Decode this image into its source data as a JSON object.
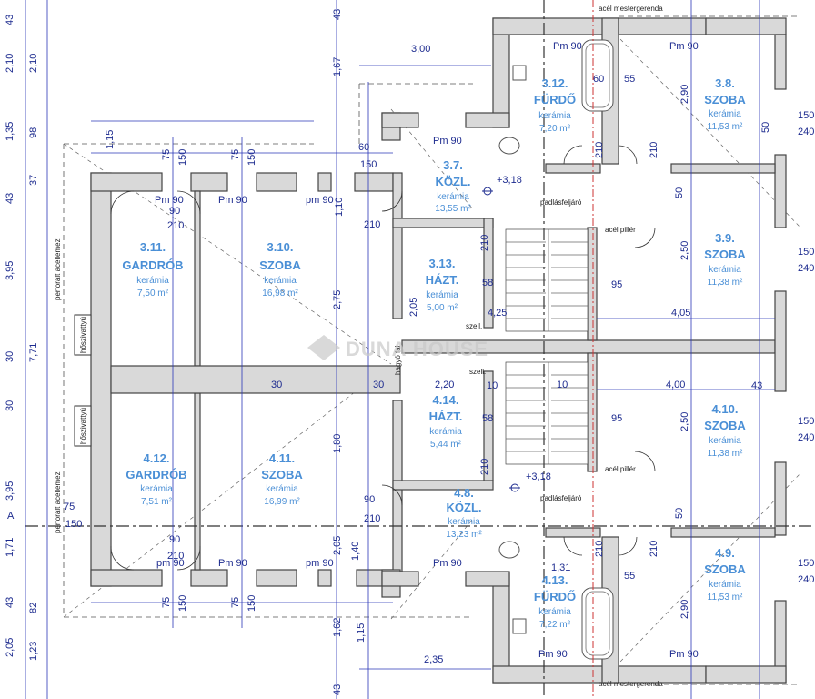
{
  "rooms": [
    {
      "id": "3_11",
      "number": "3.11.",
      "name": "GARDRÓB",
      "finish": "kerámia",
      "area": "7,50 m²"
    },
    {
      "id": "3_10",
      "number": "3.10.",
      "name": "SZOBA",
      "finish": "kerámia",
      "area": "16,98 m²"
    },
    {
      "id": "3_12",
      "number": "3.12.",
      "name": "FÜRDŐ",
      "finish": "kerámia",
      "area": "7,20 m²"
    },
    {
      "id": "3_8",
      "number": "3.8.",
      "name": "SZOBA",
      "finish": "kerámia",
      "area": "11,53 m²"
    },
    {
      "id": "3_7",
      "number": "3.7.",
      "name": "KÖZL.",
      "finish": "kerámia",
      "area": "13,55 m²"
    },
    {
      "id": "3_13",
      "number": "3.13.",
      "name": "HÁZT.",
      "finish": "kerámia",
      "area": "5,00 m²"
    },
    {
      "id": "3_9",
      "number": "3.9.",
      "name": "SZOBA",
      "finish": "kerámia",
      "area": "11,38 m²"
    },
    {
      "id": "4_12",
      "number": "4.12.",
      "name": "GARDRÓB",
      "finish": "kerámia",
      "area": "7,51 m²"
    },
    {
      "id": "4_11",
      "number": "4.11.",
      "name": "SZOBA",
      "finish": "kerámia",
      "area": "16,99 m²"
    },
    {
      "id": "4_14",
      "number": "4.14.",
      "name": "HÁZT.",
      "finish": "kerámia",
      "area": "5,44 m²"
    },
    {
      "id": "4_8",
      "number": "4.8.",
      "name": "KÖZL.",
      "finish": "kerámia",
      "area": "13,23 m²"
    },
    {
      "id": "4_10",
      "number": "4.10.",
      "name": "SZOBA",
      "finish": "kerámia",
      "area": "11,38 m²"
    },
    {
      "id": "4_13",
      "number": "4.13.",
      "name": "FÜRDŐ",
      "finish": "kerámia",
      "area": "7,22 m²"
    },
    {
      "id": "4_9",
      "number": "4.9.",
      "name": "SZOBA",
      "finish": "kerámia",
      "area": "11,53 m²"
    }
  ],
  "levels": {
    "upper": "+3,18",
    "lower": "+3,18"
  },
  "notes": {
    "beam_top": "acél mestergerenda",
    "beam_bottom": "acél mestergerenda",
    "pillar_top": "acél pillér",
    "pillar_bottom": "acél pillér",
    "flooring_top": "padlásfeljáró",
    "flooring_bottom": "padlásfeljáró",
    "shaft_top": "szell.",
    "shaft_bottom": "szell.",
    "shutter_top": "hőszivattyú",
    "shutter_bottom": "hőszivattyú",
    "perf_top": "perforált acéllemez",
    "perf_bottom": "perforált acéllemez",
    "party_wall": "hagyó fal",
    "axis": "A",
    "watermark": "DUNA HOUSE"
  },
  "dims": {
    "left_col": [
      "2,10",
      "1,35",
      "43",
      "3,95",
      "30",
      "30",
      "3,95",
      "1,71",
      "43",
      "2,05"
    ],
    "left_col2": [
      "2,10",
      "98",
      "37",
      "7,71",
      "82",
      "1,23"
    ],
    "pm90": "Pm 90",
    "pm90_lower": "pm 90",
    "d300": "3,00",
    "d235": "2,35",
    "d405": "4,05",
    "d400": "4,00",
    "d220": "2,20",
    "d425": "4,25",
    "d150": "150",
    "d75": "75",
    "d210": "210",
    "d90": "90",
    "d60": "60",
    "d55": "55",
    "d95": "95",
    "d58": "58",
    "d10": "10",
    "d290": "2,90",
    "d250": "2,50",
    "d275": "2,75",
    "d180": "1,80",
    "d205": "2,05",
    "d167": "1,67",
    "d162": "1,62",
    "d115": "1,15",
    "d140": "1,40",
    "d110": "1,10",
    "d131": "1,31",
    "d43": "43",
    "d240": "240",
    "d50": "50",
    "d30": "30"
  }
}
